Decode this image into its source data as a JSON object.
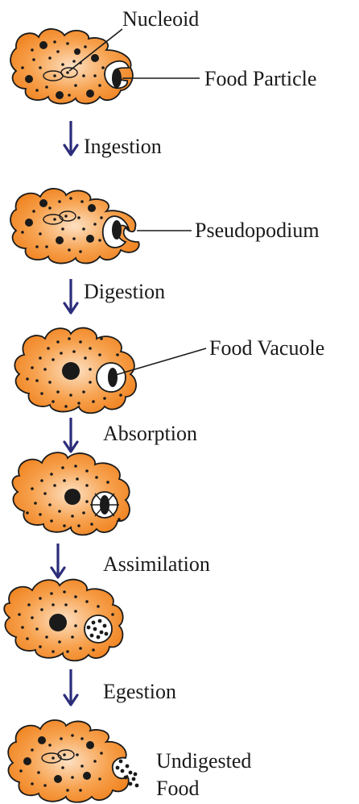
{
  "labels": {
    "nucleoid": "Nucleoid",
    "food_particle": "Food Particle",
    "pseudopodium": "Pseudopodium",
    "food_vacuole": "Food Vacuole",
    "undigested_food_line1": "Undigested",
    "undigested_food_line2": "Food"
  },
  "steps": {
    "ingestion": "Ingestion",
    "digestion": "Digestion",
    "absorption": "Absorption",
    "assimilation": "Assimilation",
    "egestion": "Egestion"
  },
  "colors": {
    "cell_center": "#fde0c2",
    "cell_mid": "#f7a24f",
    "cell_edge": "#ef7f1a",
    "arrow": "#2b2d7a",
    "ink": "#1a1a1a"
  }
}
